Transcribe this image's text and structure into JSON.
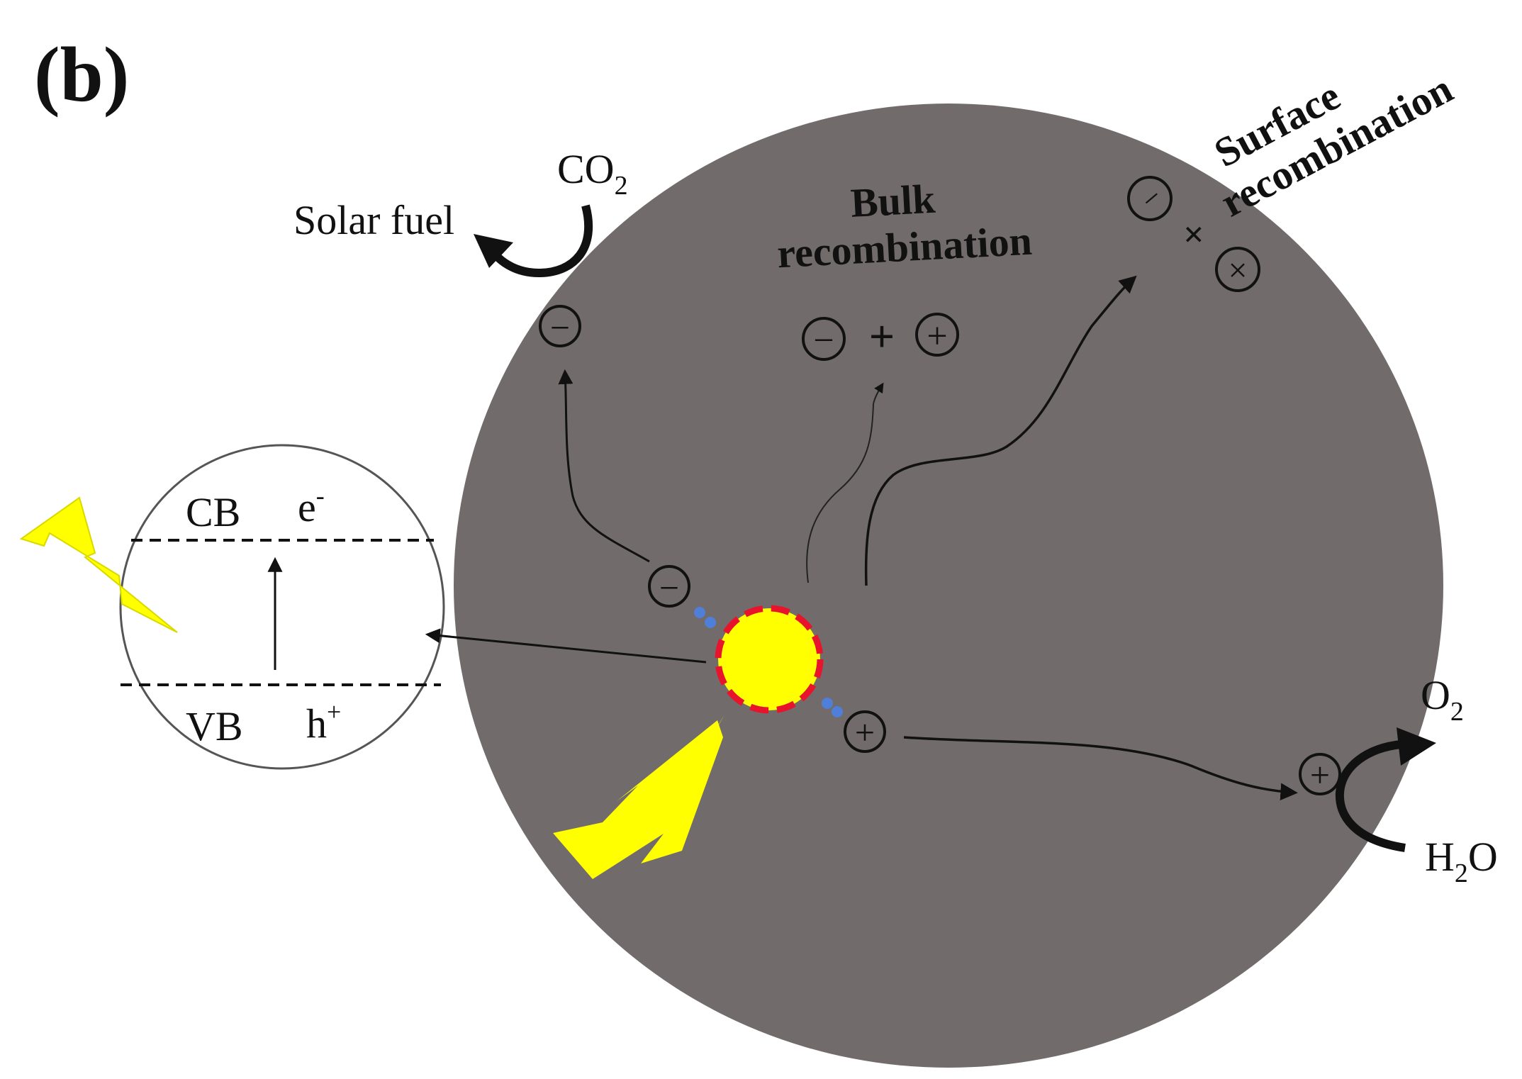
{
  "panel_label": "(b)",
  "labels": {
    "co2": "CO",
    "co2_sub": "2",
    "solar_fuel": "Solar fuel",
    "bulk_line1": "Bulk",
    "bulk_line2": "recombination",
    "surface_line1": "Surface",
    "surface_line2": "recombination",
    "cb": "CB",
    "vb": "VB",
    "electron": "e",
    "electron_sup": "-",
    "hole": "h",
    "hole_sup": "+",
    "o2": "O",
    "o2_sub": "2",
    "h2o_h": "H",
    "h2o_sub": "2",
    "h2o_o": "O"
  },
  "symbols": {
    "minus": "−",
    "plus": "+",
    "times": "×"
  },
  "colors": {
    "particle": "#726b6c",
    "light": "#ffff00",
    "excited_center_outline": "#e8142c",
    "connector_dots": "#4f7fd8",
    "ink": "#111111"
  }
}
